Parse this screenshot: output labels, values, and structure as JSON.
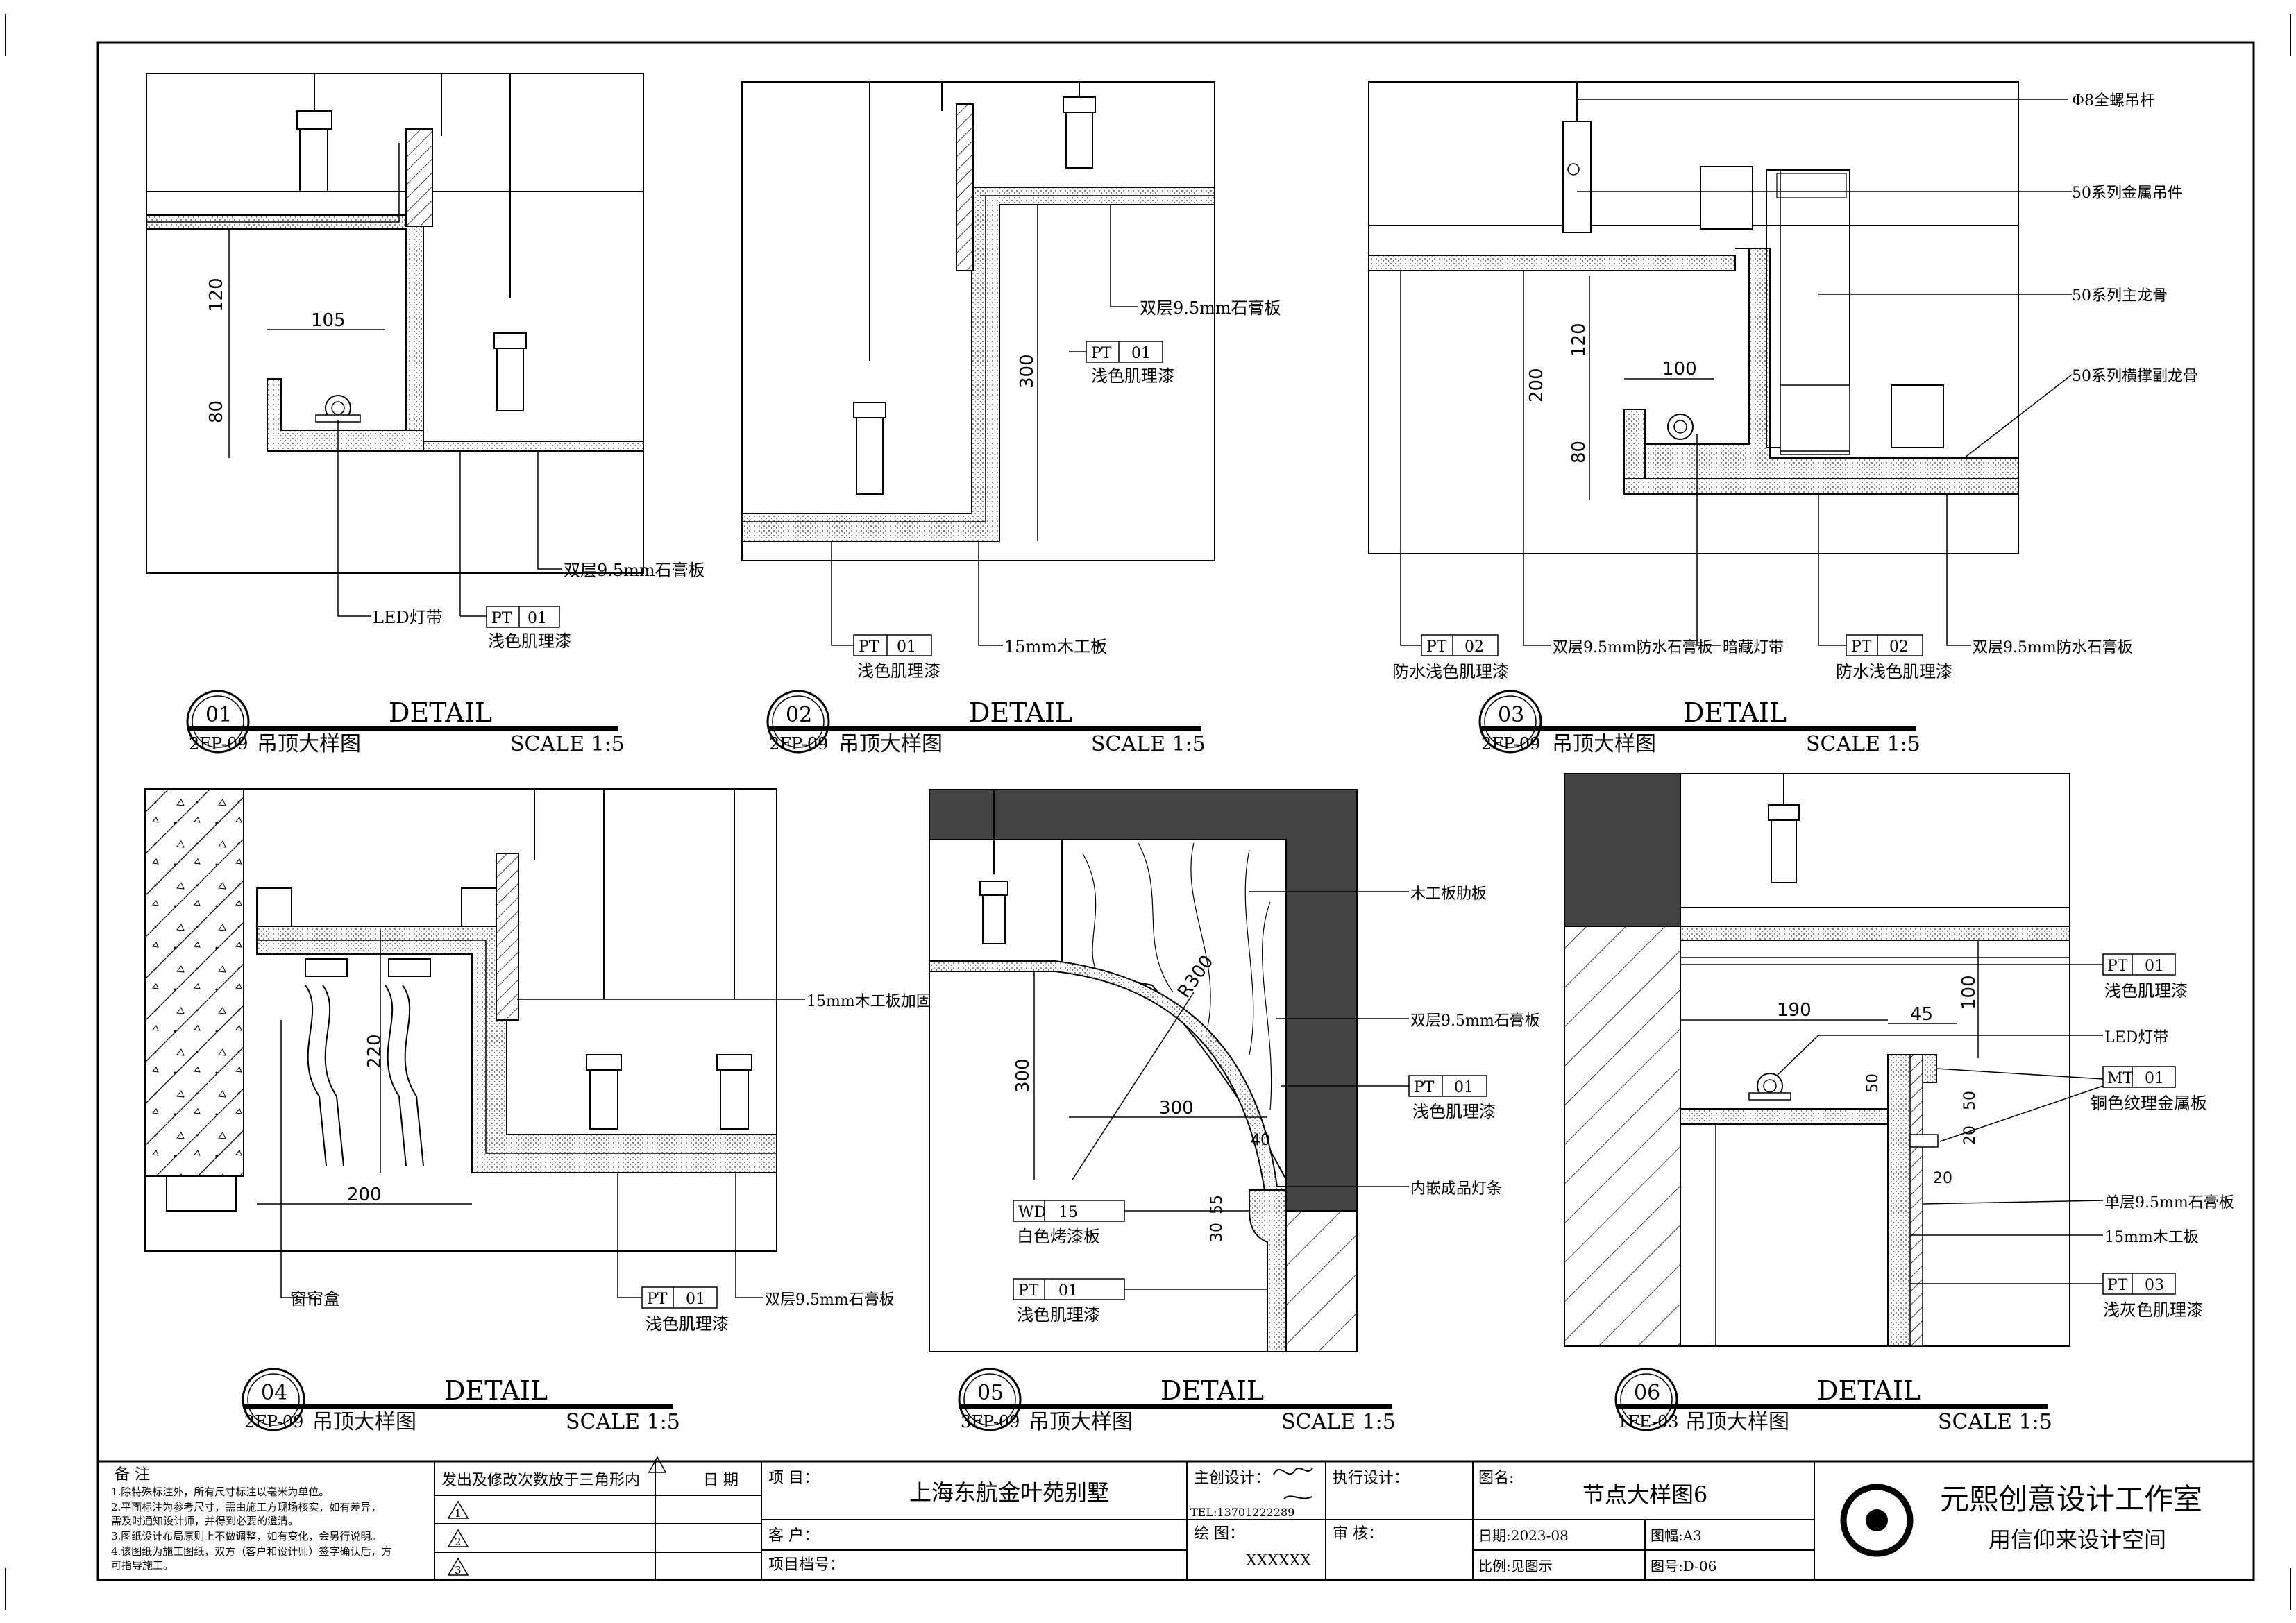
{
  "details": [
    {
      "number": "01",
      "ref": "2FP-09",
      "heading": "DETAIL",
      "name": "吊顶大样图",
      "scale": "SCALE 1:5",
      "dims": [
        "120",
        "105",
        "80"
      ],
      "callouts": {
        "led": "LED灯带",
        "board": "双层9.5mm石膏板",
        "tag_code": "PT",
        "tag_num": "01",
        "paint": "浅色肌理漆"
      }
    },
    {
      "number": "02",
      "ref": "2FP-09",
      "heading": "DETAIL",
      "name": "吊顶大样图",
      "scale": "SCALE 1:5",
      "dims": [
        "300"
      ],
      "callouts": {
        "board": "双层9.5mm石膏板",
        "tag1_code": "PT",
        "tag1_num": "01",
        "paint1": "浅色肌理漆",
        "tag2_code": "PT",
        "tag2_num": "01",
        "paint2": "浅色肌理漆",
        "wood": "15mm木工板"
      }
    },
    {
      "number": "03",
      "ref": "2FP-09",
      "heading": "DETAIL",
      "name": "吊顶大样图",
      "scale": "SCALE 1:5",
      "dims": [
        "200",
        "120",
        "100",
        "80"
      ],
      "callouts": {
        "rod": "Φ8全螺吊杆",
        "hanger": "50系列金属吊件",
        "main_keel": "50系列主龙骨",
        "cross_keel": "50系列横撑副龙骨",
        "tag1_code": "PT",
        "tag1_num": "02",
        "paint1": "防水浅色肌理漆",
        "board1": "双层9.5mm防水石膏板",
        "hidden_led": "暗藏灯带",
        "tag2_code": "PT",
        "tag2_num": "02",
        "paint2": "防水浅色肌理漆",
        "board2": "双层9.5mm防水石膏板"
      }
    },
    {
      "number": "04",
      "ref": "2FP-09",
      "heading": "DETAIL",
      "name": "吊顶大样图",
      "scale": "SCALE 1:5",
      "dims": [
        "220",
        "200"
      ],
      "callouts": {
        "wood": "15mm木工板加固",
        "curtain": "窗帘盒",
        "tag_code": "PT",
        "tag_num": "01",
        "paint": "浅色肌理漆",
        "board": "双层9.5mm石膏板"
      }
    },
    {
      "number": "05",
      "ref": "3FP-09",
      "heading": "DETAIL",
      "name": "吊顶大样图",
      "scale": "SCALE 1:5",
      "dims": [
        "300",
        "300",
        "R300",
        "40",
        "55",
        "30"
      ],
      "callouts": {
        "rib": "木工板肋板",
        "board": "双层9.5mm石膏板",
        "tag1_code": "PT",
        "tag1_num": "01",
        "paint1": "浅色肌理漆",
        "strip": "内嵌成品灯条",
        "tag2_code": "WD",
        "tag2_num": "15",
        "wd": "白色烤漆板",
        "tag3_code": "PT",
        "tag3_num": "01",
        "paint3": "浅色肌理漆"
      }
    },
    {
      "number": "06",
      "ref": "1FE-03",
      "heading": "DETAIL",
      "name": "吊顶大样图",
      "scale": "SCALE 1:5",
      "dims": [
        "100",
        "190",
        "45",
        "50",
        "50",
        "20",
        "20"
      ],
      "callouts": {
        "tag1_code": "PT",
        "tag1_num": "01",
        "paint1": "浅色肌理漆",
        "led": "LED灯带",
        "tag2_code": "MT",
        "tag2_num": "01",
        "metal": "铜色纹理金属板",
        "single": "单层9.5mm石膏板",
        "wood": "15mm木工板",
        "tag3_code": "PT",
        "tag3_num": "03",
        "paint3": "浅灰色肌理漆"
      }
    }
  ],
  "title_block": {
    "notes_title": "备 注",
    "notes": [
      "1.除特殊标注外，所有尺寸标注以毫米为单位。",
      "2.平面标注为参考尺寸，需由施工方现场核实，如有差异，",
      "需及时通知设计师，并得到必要的澄清。",
      "3.图纸设计布局原则上不做调整，如有变化，会另行说明。",
      "4.该图纸为施工图纸，双方（客户和设计师）签字确认后，方",
      "可指导施工。"
    ],
    "revision_header": "发出及修改次数放于三角形内",
    "date_header": "日  期",
    "revisions": [
      "1",
      "2",
      "3"
    ],
    "project_label": "项      目：",
    "project": "上海东航金叶苑别墅",
    "client_label": "客      户：",
    "file_label": "项目档号：",
    "lead_design_label": "主创设计：",
    "tel": "TEL:13701222289",
    "exec_design_label": "执行设计：",
    "drawing_label": "绘      图：",
    "drawing_by": "XXXXXX",
    "review_label": "审      核：",
    "sheet_name_label": "图名:",
    "sheet_name": "节点大样图6",
    "date": "日期:2023-08",
    "paper": "图幅:A3",
    "scale": "比例:见图示",
    "number": "图号:D-06",
    "studio": "元熙创意设计工作室",
    "slogan": "用信仰来设计空间"
  }
}
